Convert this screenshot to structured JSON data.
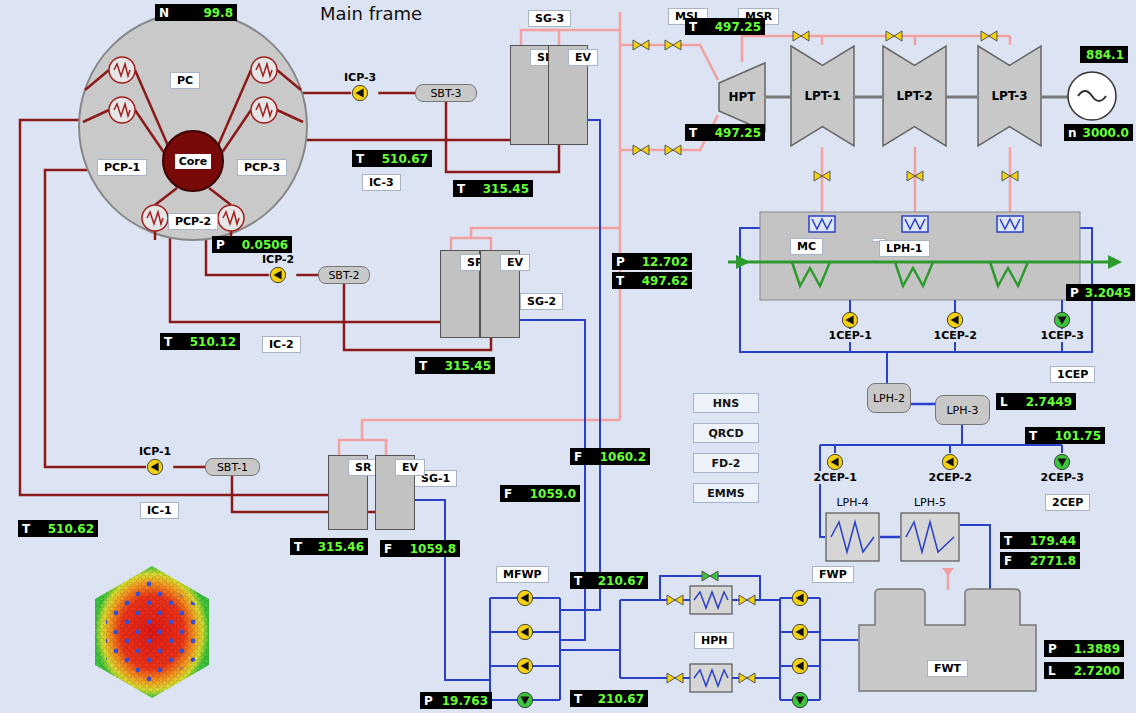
{
  "diagram": {
    "title": "Main frame",
    "nodes": [
      {
        "text": [
          "PC"
        ]
      },
      {
        "text": [
          "Core"
        ],
        "in": 0
      },
      {
        "text": [
          "PCP-1"
        ],
        "in": 0
      },
      {
        "text": [
          "PCP-3"
        ],
        "in": 0
      },
      {
        "text": [
          "PCP-2"
        ],
        "in": 0
      },
      {
        "text": [
          "N",
          "99.8"
        ]
      },
      {
        "text": [
          "P",
          "0.0506"
        ]
      },
      {
        "text": [
          "ICP-3"
        ]
      },
      {
        "text": [
          "SBT-3"
        ]
      },
      {
        "text": [
          "T",
          "510.67"
        ]
      },
      {
        "text": [
          "IC-3"
        ]
      },
      {
        "text": [
          "T",
          "315.45"
        ]
      },
      {
        "text": [
          "SG-3"
        ]
      },
      {
        "text": [
          "SR"
        ],
        "in": 12
      },
      {
        "text": [
          "EV"
        ],
        "in": 12
      },
      {
        "text": [
          "MSL"
        ]
      },
      {
        "text": [
          "MSR"
        ]
      },
      {
        "text": [
          "T",
          "497.25"
        ]
      },
      {
        "text": [
          "HPT"
        ]
      },
      {
        "text": [
          "LPT-1"
        ]
      },
      {
        "text": [
          "LPT-2"
        ]
      },
      {
        "text": [
          "LPT-3"
        ]
      },
      {
        "text": [
          "884.1"
        ]
      },
      {
        "text": [
          "n",
          "3000.0"
        ]
      },
      {
        "text": [
          "T",
          "497.25"
        ]
      },
      {
        "text": [
          "SBT-2"
        ]
      },
      {
        "text": [
          "ICP-2"
        ]
      },
      {
        "text": [
          "SG-2"
        ]
      },
      {
        "text": [
          "SR"
        ],
        "in": 27
      },
      {
        "text": [
          "EV"
        ],
        "in": 27
      },
      {
        "text": [
          "T",
          "510.12"
        ]
      },
      {
        "text": [
          "IC-2"
        ]
      },
      {
        "text": [
          "T",
          "315.45"
        ]
      },
      {
        "text": [
          "P",
          "12.702"
        ]
      },
      {
        "text": [
          "T",
          "497.62"
        ]
      },
      {
        "text": [
          "MC"
        ]
      },
      {
        "text": [
          "LPH-1"
        ],
        "in": 35
      },
      {
        "text": [
          "P",
          "3.2045"
        ]
      },
      {
        "text": [
          "1CEP-1"
        ]
      },
      {
        "text": [
          "1CEP-2"
        ]
      },
      {
        "text": [
          "1CEP-3"
        ]
      },
      {
        "text": [
          "1CEP"
        ]
      },
      {
        "text": [
          "LPH-2"
        ]
      },
      {
        "text": [
          "LPH-3"
        ]
      },
      {
        "text": [
          "L",
          "2.7449"
        ]
      },
      {
        "text": [
          "T",
          "101.75"
        ]
      },
      {
        "text": [
          "SBT-1"
        ]
      },
      {
        "text": [
          "ICP-1"
        ]
      },
      {
        "text": [
          "SG-1"
        ]
      },
      {
        "text": [
          "SR"
        ],
        "in": 48
      },
      {
        "text": [
          "EV"
        ],
        "in": 48
      },
      {
        "text": [
          "HNS"
        ]
      },
      {
        "text": [
          "QRCD"
        ]
      },
      {
        "text": [
          "FD-2"
        ]
      },
      {
        "text": [
          "EMMS"
        ]
      },
      {
        "text": [
          "F",
          "1060.2"
        ]
      },
      {
        "text": [
          "F",
          "1059.0"
        ]
      },
      {
        "text": [
          "T",
          "510.62"
        ]
      },
      {
        "text": [
          "IC-1"
        ]
      },
      {
        "text": [
          "T",
          "315.46"
        ]
      },
      {
        "text": [
          "F",
          "1059.8"
        ]
      },
      {
        "text": [
          "2CEP-1"
        ]
      },
      {
        "text": [
          "2CEP-2"
        ]
      },
      {
        "text": [
          "2CEP-3"
        ]
      },
      {
        "text": [
          "2CEP"
        ]
      },
      {
        "text": [
          "LPH-4"
        ]
      },
      {
        "text": [
          "LPH-5"
        ]
      },
      {
        "text": [
          "T",
          "179.44"
        ]
      },
      {
        "text": [
          "F",
          "2771.8"
        ]
      },
      {
        "text": [
          "MFWP"
        ]
      },
      {
        "text": [
          "FWP"
        ]
      },
      {
        "text": [
          "HPH"
        ]
      },
      {
        "text": [
          "T",
          "210.67"
        ]
      },
      {
        "text": [
          "FWT"
        ]
      },
      {
        "text": [
          "P",
          "1.3889"
        ]
      },
      {
        "text": [
          "L",
          "2.7200"
        ]
      },
      {
        "text": [
          "P",
          "19.763"
        ]
      },
      {
        "text": [
          "T",
          "210.67"
        ]
      }
    ],
    "edges": [
      {
        "from": 7,
        "to": 8,
        "arrow": "none"
      },
      {
        "from": 26,
        "to": 25,
        "arrow": "none"
      },
      {
        "from": 47,
        "to": 46,
        "arrow": "none"
      },
      {
        "from": 18,
        "to": 19,
        "arrow": "none"
      },
      {
        "from": 19,
        "to": 20,
        "arrow": "none"
      },
      {
        "from": 20,
        "to": 21,
        "arrow": "none"
      },
      {
        "from": 42,
        "to": 43,
        "arrow": "none"
      },
      {
        "from": 65,
        "to": 66,
        "arrow": "none"
      }
    ]
  }
}
